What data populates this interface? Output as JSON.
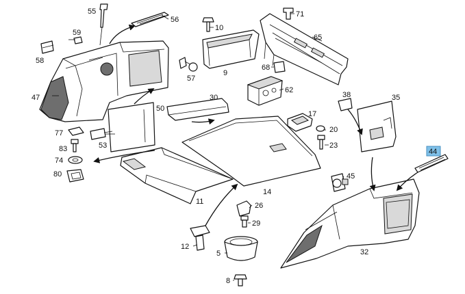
{
  "labels": {
    "l55": "55",
    "l56": "56",
    "l59": "59",
    "l58": "58",
    "l47": "47",
    "l10": "10",
    "l9": "9",
    "l57": "57",
    "l71": "71",
    "l65": "65",
    "l68": "68",
    "l62": "62",
    "l50": "50",
    "l30": "30",
    "l77": "77",
    "l53": "53",
    "l83": "83",
    "l74": "74",
    "l80": "80",
    "l17": "17",
    "l20": "20",
    "l23": "23",
    "l38": "38",
    "l35": "35",
    "l44": "44",
    "l14": "14",
    "l11": "11",
    "l45": "45",
    "l26": "26",
    "l29": "29",
    "l12": "12",
    "l5": "5",
    "l8": "8",
    "l32": "32"
  },
  "highlight": {
    "color": "#7fc0e8"
  }
}
